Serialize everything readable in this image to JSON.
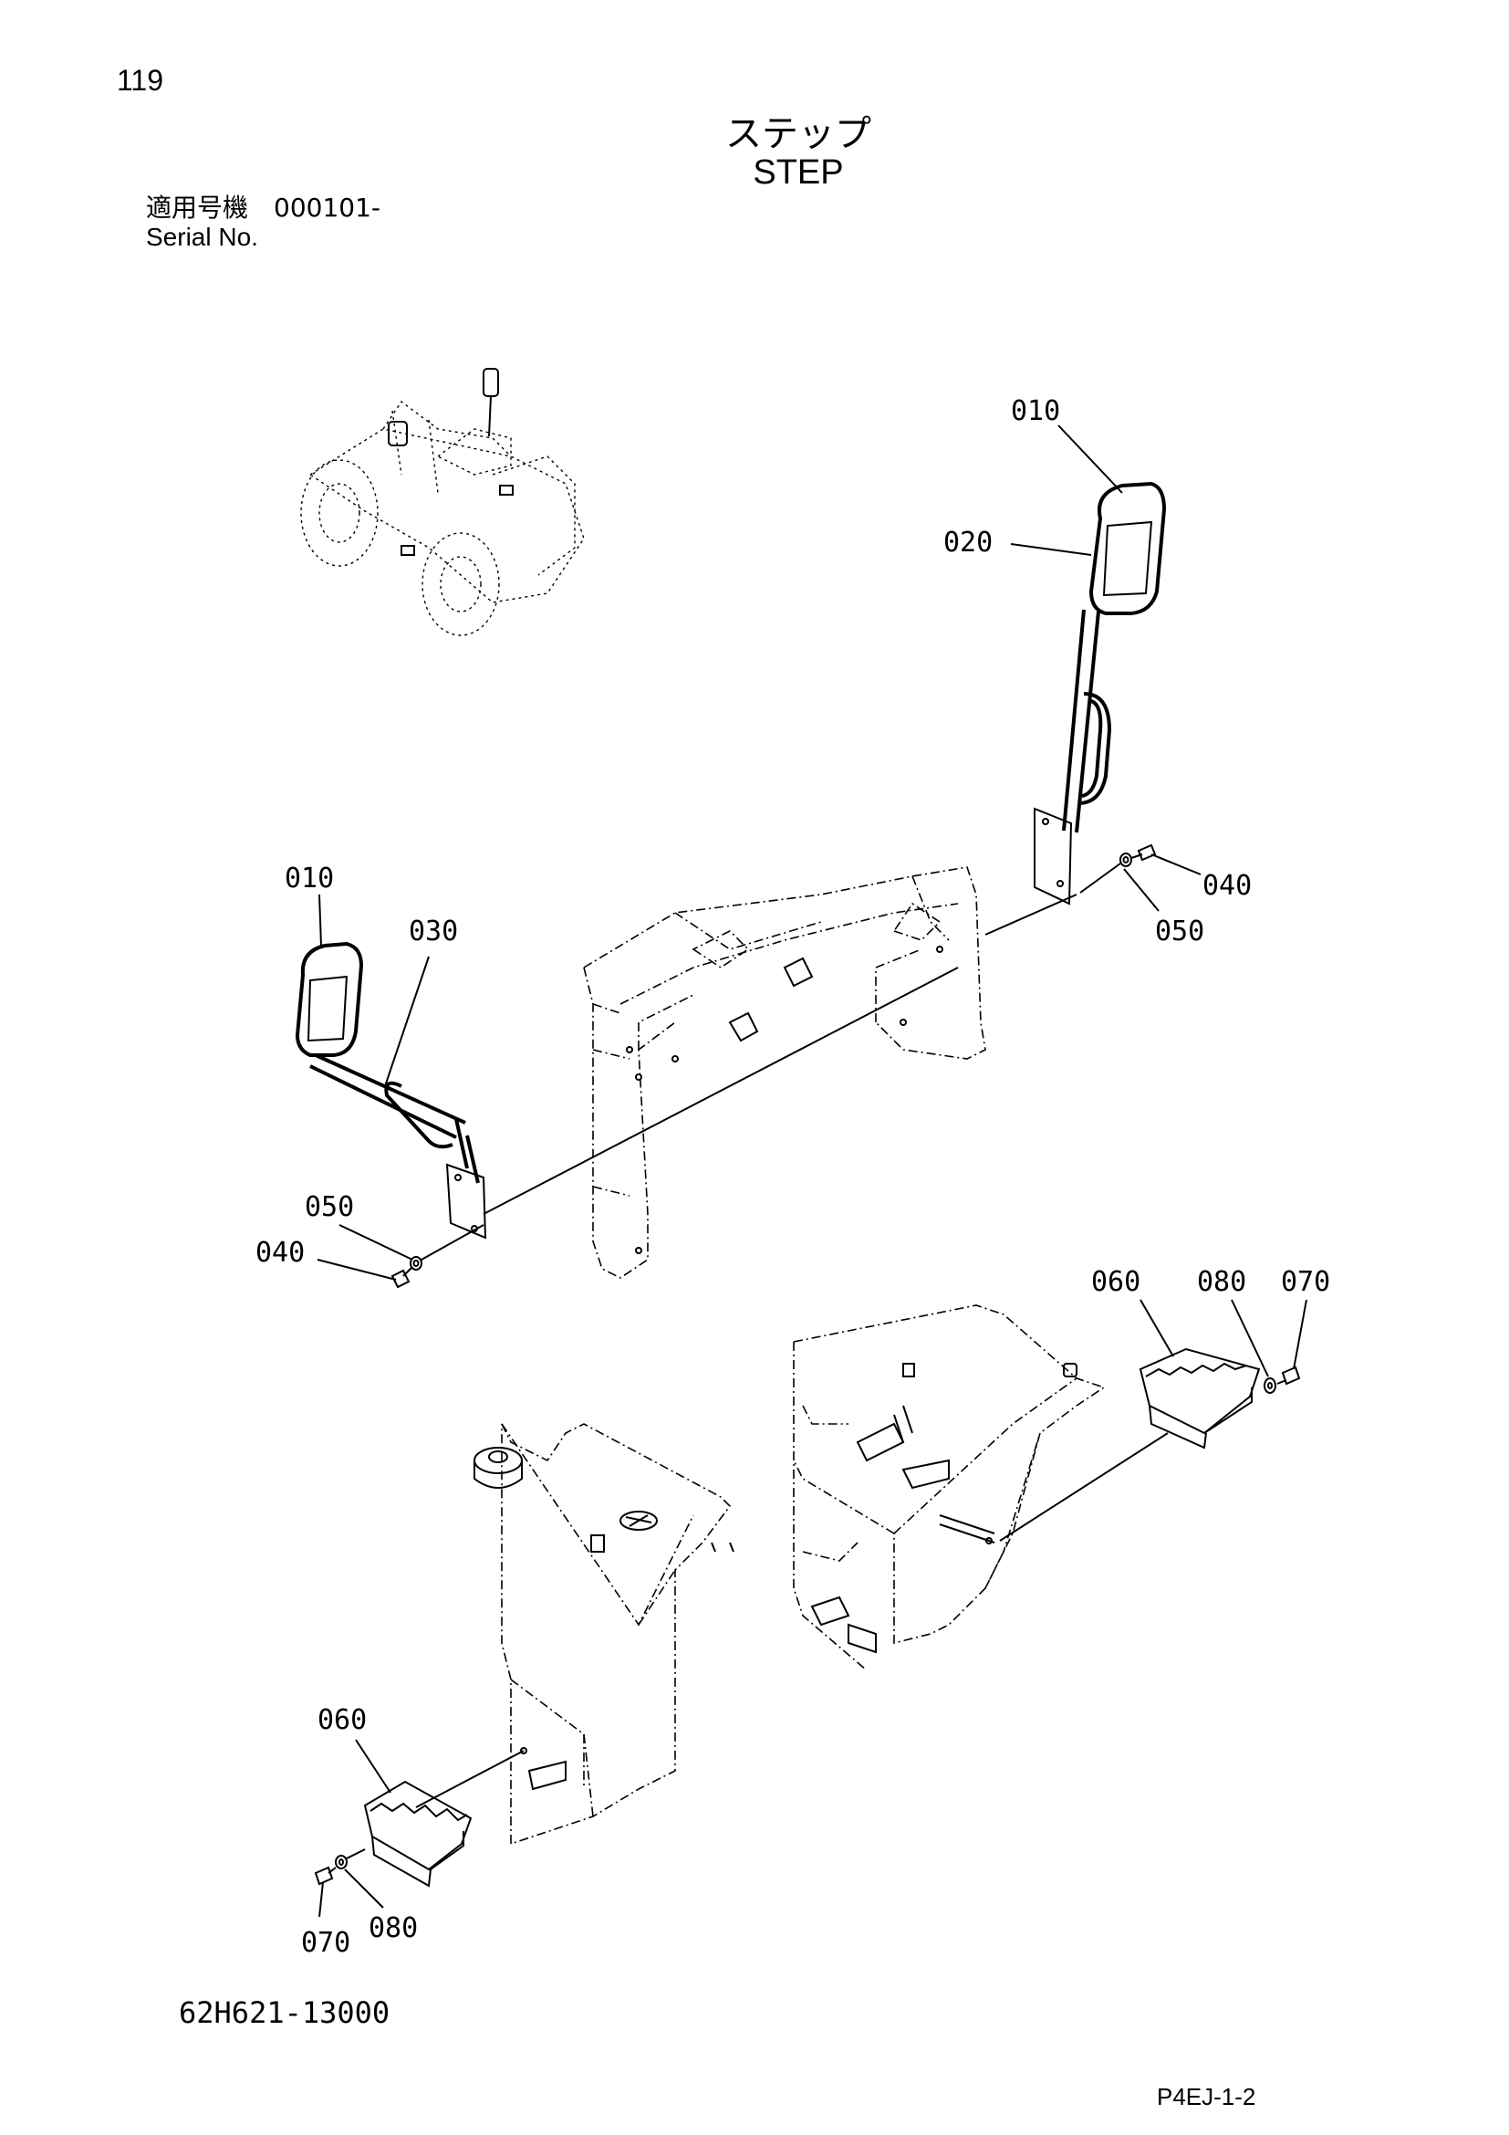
{
  "header": {
    "page_number": "119",
    "title_jp": "ステップ",
    "title_en": "STEP",
    "serial_label_jp": "適用号機　000101-",
    "serial_label_en": "Serial No."
  },
  "callouts": {
    "c010_right": "010",
    "c020": "020",
    "c040_right": "040",
    "c050_right": "050",
    "c010_left": "010",
    "c030": "030",
    "c050_left": "050",
    "c040_left": "040",
    "c060_right": "060",
    "c080_right": "080",
    "c070_right": "070",
    "c060_left": "060",
    "c070_left": "070",
    "c080_left": "080"
  },
  "footer": {
    "part_number": "62H621-13000",
    "page_code": "P4EJ-1-2"
  }
}
